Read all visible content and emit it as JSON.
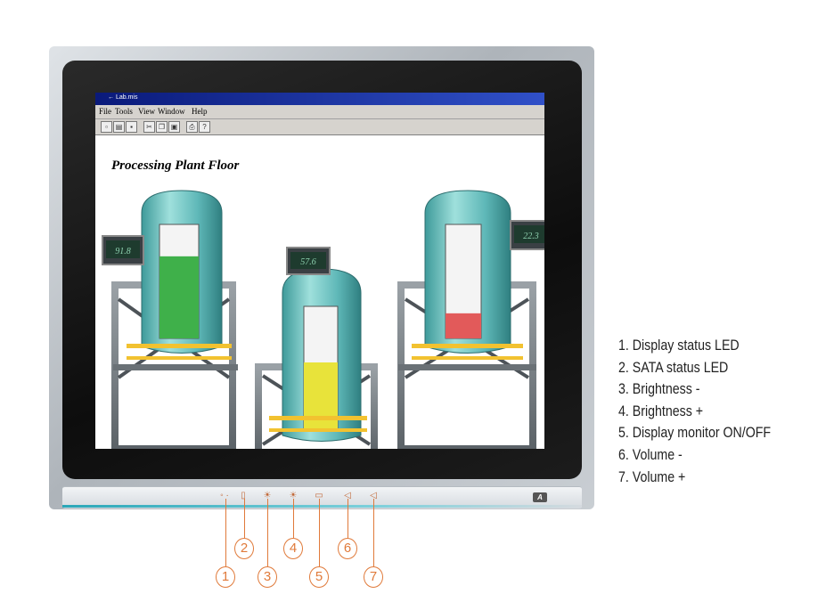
{
  "screen": {
    "window_title": "← Lab.mis",
    "menu": [
      "File",
      "Tools",
      "View",
      "Window",
      "Help"
    ],
    "title": "Processing Plant Floor",
    "tanks": [
      {
        "readout": "91.8",
        "fill_fraction": 0.72,
        "fill_color": "#3fb04a"
      },
      {
        "readout": "57.6",
        "fill_fraction": 0.55,
        "fill_color": "#e8e33a"
      },
      {
        "readout": "22.3",
        "fill_fraction": 0.22,
        "fill_color": "#e25a5a"
      }
    ]
  },
  "callouts": [
    "1",
    "2",
    "3",
    "4",
    "5",
    "6",
    "7"
  ],
  "legend": [
    "1. Display status LED",
    "2. SATA status LED",
    "3. Brightness -",
    "4. Brightness +",
    "5. Display monitor ON/OFF",
    "6. Volume -",
    "7. Volume +"
  ],
  "colors": {
    "callout": "#e07a3a",
    "tank": "#5fb8b8",
    "frame": "#6c7378"
  }
}
